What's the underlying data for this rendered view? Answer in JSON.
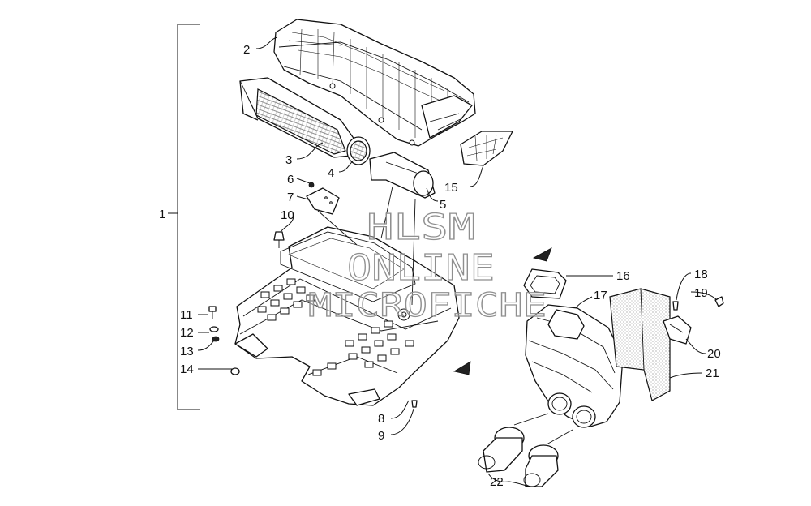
{
  "diagram": {
    "type": "exploded parts diagram",
    "callouts": [
      "1",
      "2",
      "3",
      "4",
      "5",
      "6",
      "7",
      "8",
      "9",
      "10",
      "11",
      "12",
      "13",
      "14",
      "15",
      "16",
      "17",
      "18",
      "19",
      "20",
      "21",
      "22"
    ],
    "watermark": {
      "line1": "HLSM",
      "line2": "ONLINE",
      "line3": "MICROFICHE"
    },
    "colors": {
      "ink": "#111111",
      "paper": "#ffffff",
      "watermark": "#9a9a9a"
    }
  }
}
